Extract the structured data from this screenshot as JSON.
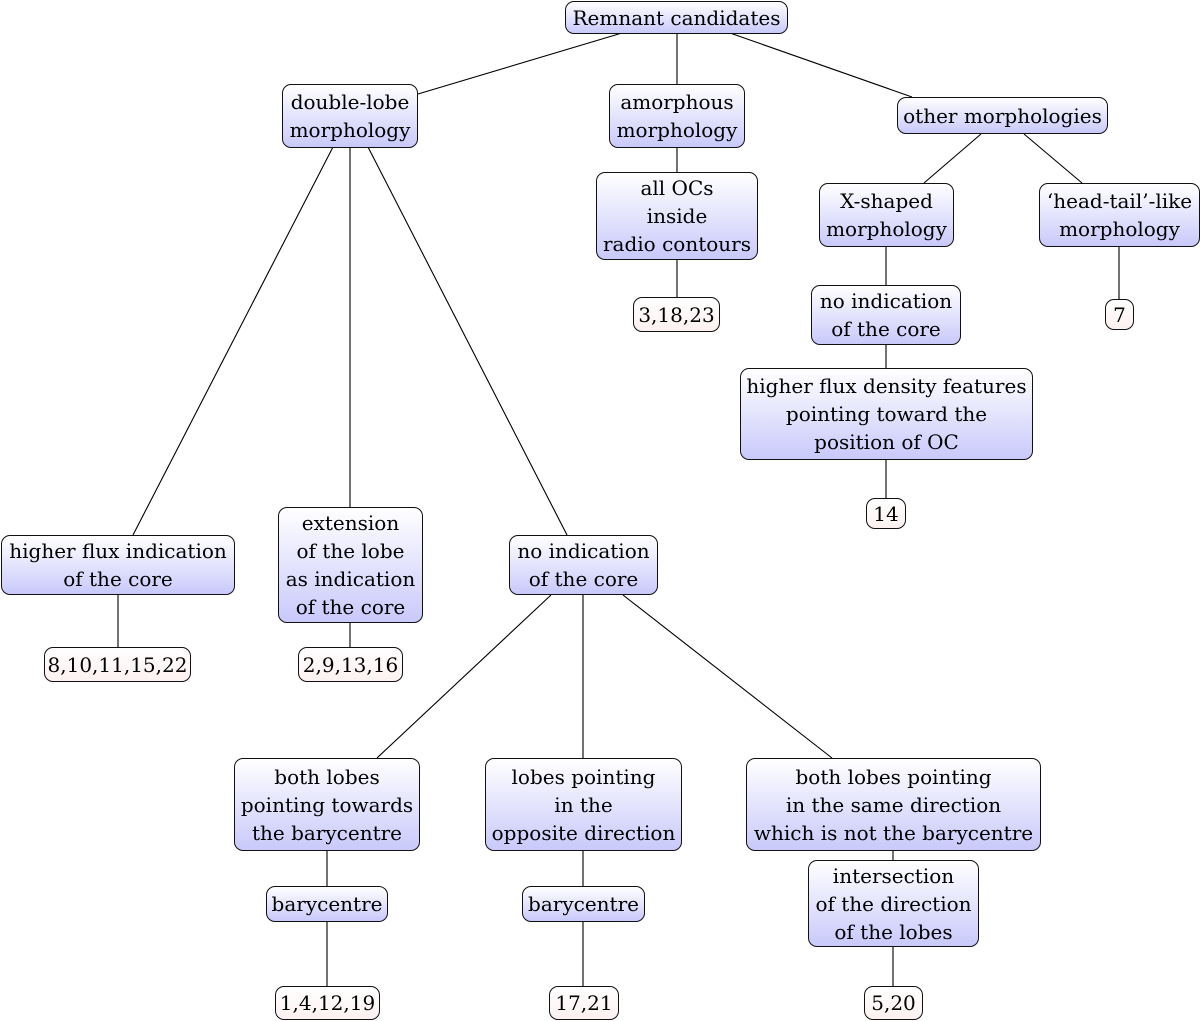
{
  "nodes": {
    "root": "Remnant candidates",
    "double_lobe": "double-lobe\nmorphology",
    "amorphous": "amorphous\nmorphology",
    "other": "other morphologies",
    "all_ocs": "all OCs\ninside\nradio contours",
    "amorphous_ids": "3,18,23",
    "x_shaped": "X-shaped\nmorphology",
    "head_tail": "‘head-tail’-like\nmorphology",
    "head_tail_ids": "7",
    "x_no_core": "no indication\nof the core",
    "higher_flux_features": "higher flux density features\npointing toward the\nposition of OC",
    "x_ids": "14",
    "higher_flux_core": "higher flux indication\nof the core",
    "extension_lobe": "extension\nof the lobe\nas indication\nof the core",
    "no_core": "no indication\nof the core",
    "higher_flux_ids": "8,10,11,15,22",
    "extension_ids": "2,9,13,16",
    "both_towards": "both lobes\npointing towards\nthe barycentre",
    "opposite": "lobes pointing\nin the\nopposite direction",
    "same_direction": "both lobes pointing\nin the same direction\nwhich is not the barycentre",
    "bary_1": "barycentre",
    "bary_2": "barycentre",
    "intersection": "intersection\nof the direction\nof the lobes",
    "towards_ids": "1,4,12,19",
    "opposite_ids": "17,21",
    "same_ids": "5,20"
  },
  "colors": {
    "node_fill_top": "#ffffff",
    "node_fill_bottom": "#c9c9fb",
    "leaf_fill_bottom": "#fdf1f1",
    "border": "#111111"
  }
}
